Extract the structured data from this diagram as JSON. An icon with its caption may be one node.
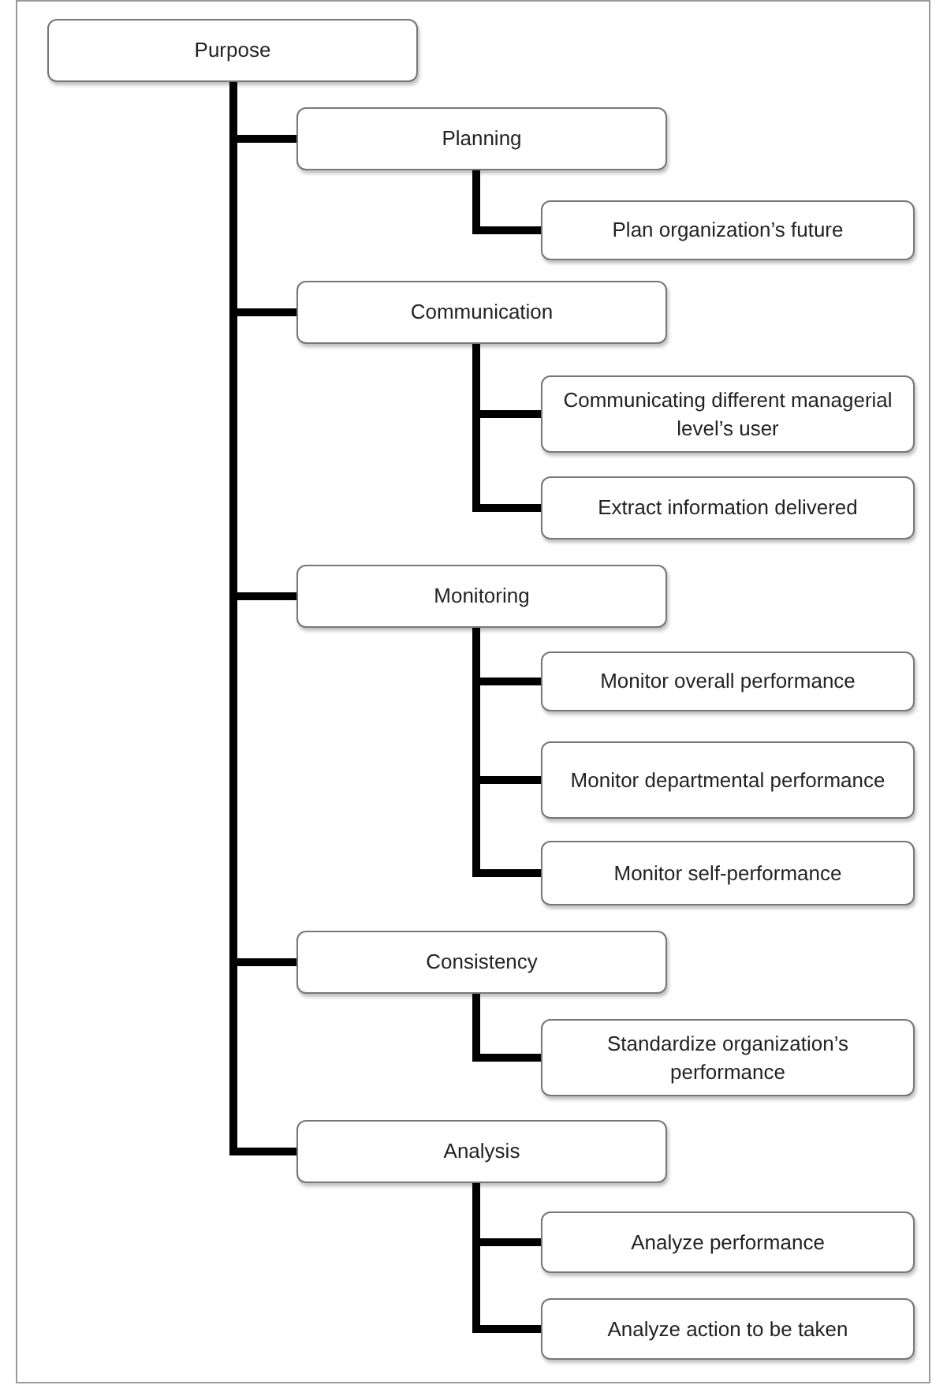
{
  "diagram": {
    "nodes": [
      {
        "text": [
          "Purpose"
        ]
      },
      {
        "text": [
          "Planning"
        ]
      },
      {
        "text": [
          "Plan organization’s future"
        ]
      },
      {
        "text": [
          "Communication"
        ]
      },
      {
        "text": [
          "Communicating different managerial level’s user"
        ]
      },
      {
        "text": [
          "Extract information delivered"
        ]
      },
      {
        "text": [
          "Monitoring"
        ]
      },
      {
        "text": [
          "Monitor overall performance"
        ]
      },
      {
        "text": [
          "Monitor departmental performance"
        ]
      },
      {
        "text": [
          "Monitor self-performance"
        ]
      },
      {
        "text": [
          "Consistency"
        ]
      },
      {
        "text": [
          "Standardize organization’s performance"
        ]
      },
      {
        "text": [
          "Analysis"
        ]
      },
      {
        "text": [
          "Analyze performance"
        ]
      },
      {
        "text": [
          "Analyze action to be taken"
        ]
      }
    ],
    "edges": [
      {
        "from": 0,
        "to": 1,
        "arrow": "none"
      },
      {
        "from": 1,
        "to": 2,
        "arrow": "none"
      },
      {
        "from": 0,
        "to": 3,
        "arrow": "none"
      },
      {
        "from": 3,
        "to": 4,
        "arrow": "none"
      },
      {
        "from": 3,
        "to": 5,
        "arrow": "none"
      },
      {
        "from": 0,
        "to": 6,
        "arrow": "none"
      },
      {
        "from": 6,
        "to": 7,
        "arrow": "none"
      },
      {
        "from": 6,
        "to": 8,
        "arrow": "none"
      },
      {
        "from": 6,
        "to": 9,
        "arrow": "none"
      },
      {
        "from": 0,
        "to": 10,
        "arrow": "none"
      },
      {
        "from": 10,
        "to": 11,
        "arrow": "none"
      },
      {
        "from": 0,
        "to": 12,
        "arrow": "none"
      },
      {
        "from": 12,
        "to": 13,
        "arrow": "none"
      },
      {
        "from": 12,
        "to": 14,
        "arrow": "none"
      }
    ]
  }
}
